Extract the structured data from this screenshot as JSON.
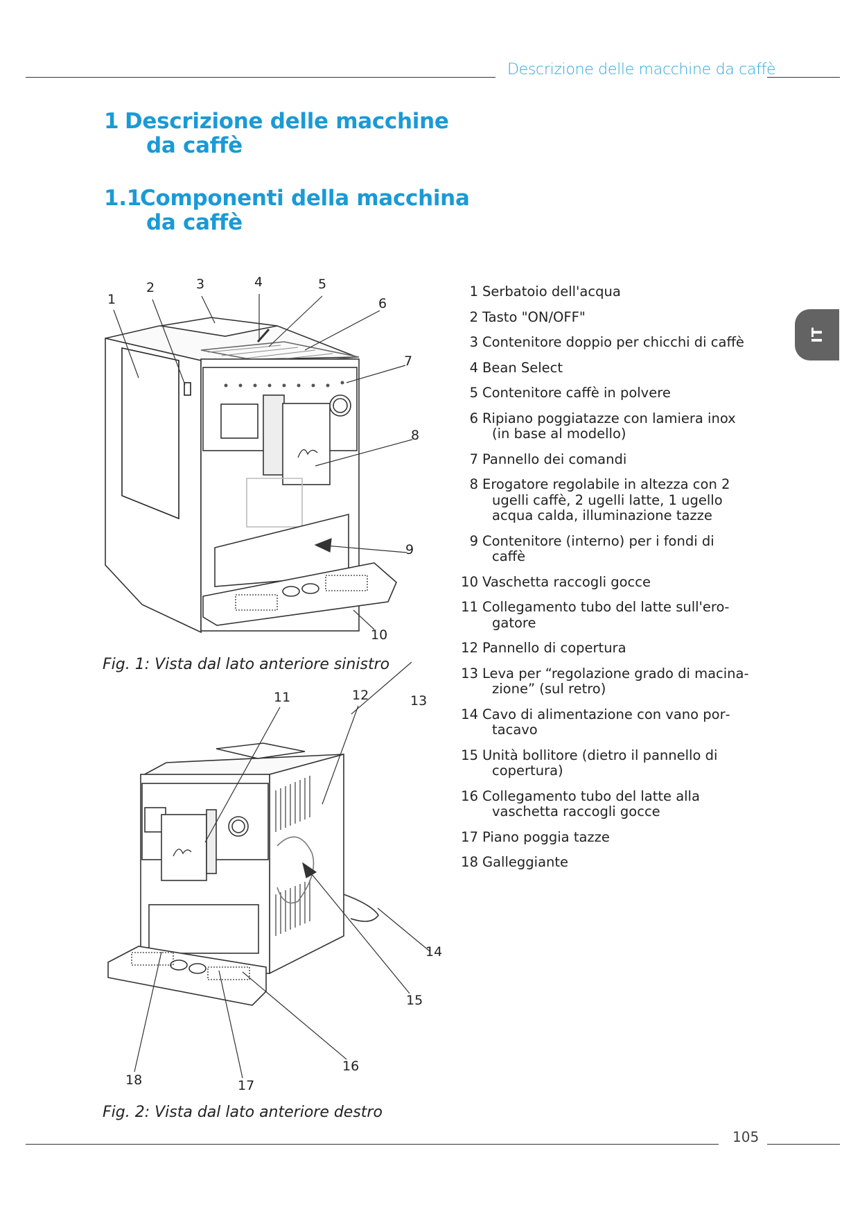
{
  "header": {
    "running_title": "Descrizione delle macchine da caffè"
  },
  "side_tab": {
    "label": "IT",
    "color": "#636363"
  },
  "heading1": {
    "number": "1",
    "line1": "Descrizione delle macchine",
    "line2": "da caffè"
  },
  "heading2": {
    "number": "1.1",
    "line1": "Componenti della macchina",
    "line2": "da caffè"
  },
  "figures": [
    {
      "caption": "Fig. 1: Vista dal lato anteriore sinistro",
      "callouts": [
        "1",
        "2",
        "3",
        "4",
        "5",
        "6",
        "7",
        "8",
        "9",
        "10"
      ]
    },
    {
      "caption": "Fig. 2: Vista dal lato anteriore destro",
      "callouts": [
        "11",
        "12",
        "13",
        "14",
        "15",
        "16",
        "17",
        "18"
      ]
    }
  ],
  "legend": [
    {
      "num": "1",
      "text": "Serbatoio dell'acqua"
    },
    {
      "num": "2",
      "text": "Tasto \"ON/OFF\""
    },
    {
      "num": "3",
      "text": "Contenitore doppio per chicchi di caffè"
    },
    {
      "num": "4",
      "text": "Bean Select"
    },
    {
      "num": "5",
      "text": "Contenitore caffè in polvere"
    },
    {
      "num": "6",
      "text": "Ripiano poggiatazze con lamiera inox (in base al modello)"
    },
    {
      "num": "7",
      "text": "Pannello dei comandi"
    },
    {
      "num": "8",
      "text": "Erogatore regolabile in altezza con 2 ugelli caffè, 2 ugelli latte, 1 ugello acqua calda, illuminazione tazze"
    },
    {
      "num": "9",
      "text": "Contenitore (interno) per i fondi di caffè"
    },
    {
      "num": "10",
      "text": "Vaschetta raccogli gocce"
    },
    {
      "num": "11",
      "text": "Collegamento tubo del latte sull'ero­gatore"
    },
    {
      "num": "12",
      "text": "Pannello di copertura"
    },
    {
      "num": "13",
      "text": "Leva per “regolazione grado di macina­zione” (sul retro)"
    },
    {
      "num": "14",
      "text": "Cavo di alimentazione con vano por­tacavo"
    },
    {
      "num": "15",
      "text": "Unità bollitore (dietro il pannello di copertura)"
    },
    {
      "num": "16",
      "text": "Collegamento tubo del latte alla vaschetta raccogli gocce"
    },
    {
      "num": "17",
      "text": "Piano poggia tazze"
    },
    {
      "num": "18",
      "text": "Galleggiante"
    }
  ],
  "footer": {
    "page_number": "105"
  },
  "colors": {
    "heading": "#1a9ad6",
    "running_head": "#2ea6dc"
  }
}
